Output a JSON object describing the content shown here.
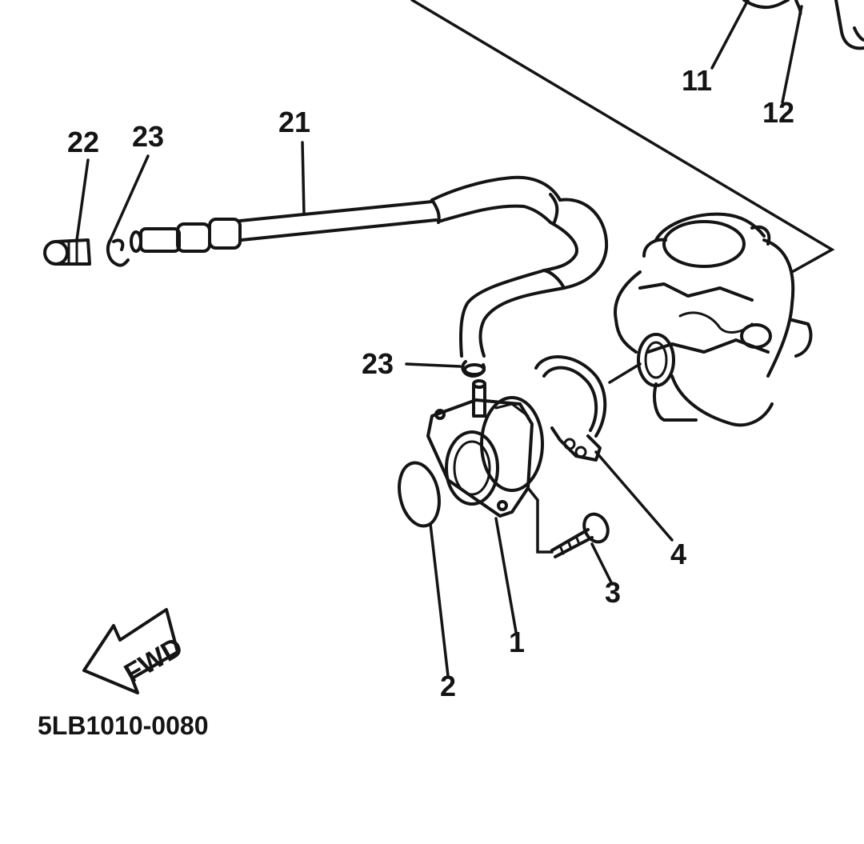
{
  "diagram": {
    "reference_code": "5LB1010-0080",
    "direction_arrow": {
      "label": "FWD",
      "icon": "forward-arrow-icon"
    },
    "parts": [
      {
        "id": "1",
        "label": "1"
      },
      {
        "id": "2",
        "label": "2"
      },
      {
        "id": "3",
        "label": "3"
      },
      {
        "id": "4",
        "label": "4"
      },
      {
        "id": "11",
        "label": "11"
      },
      {
        "id": "12",
        "label": "12"
      },
      {
        "id": "21",
        "label": "21"
      },
      {
        "id": "22",
        "label": "22"
      },
      {
        "id": "23a",
        "label": "23"
      },
      {
        "id": "23b",
        "label": "23"
      }
    ],
    "colors": {
      "ink": "#141414",
      "paper": "#ffffff"
    }
  }
}
